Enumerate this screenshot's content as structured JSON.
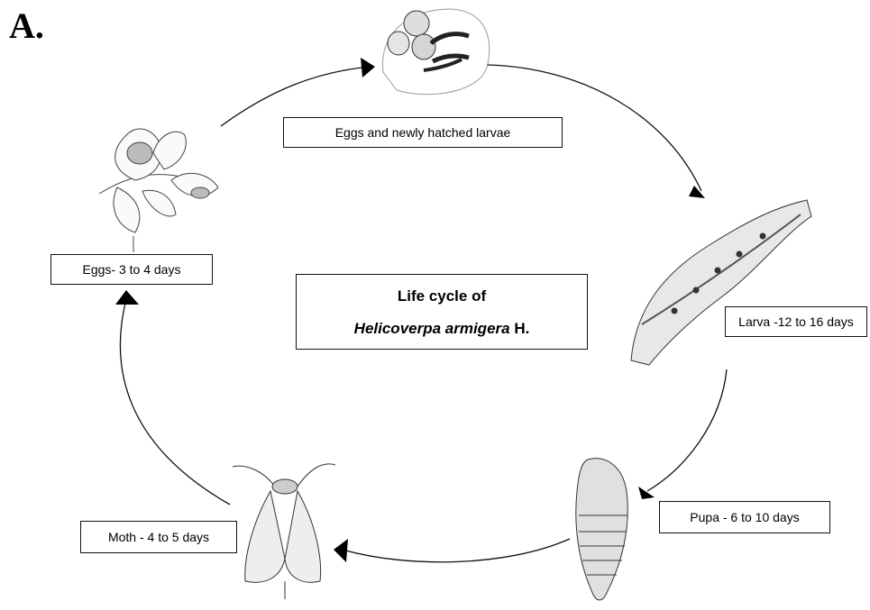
{
  "panel_label": "A.",
  "title": {
    "line1": "Life cycle of",
    "species_italic": "Helicoverpa armigera",
    "species_suffix": " H."
  },
  "stages": {
    "eggs_hatch": "Eggs and newly hatched larvae",
    "larva": "Larva -12 to 16 days",
    "pupa": "Pupa - 6 to 10 days",
    "moth": "Moth -  4 to 5 days",
    "eggs": "Eggs-  3 to 4 days"
  },
  "illustrations": [
    "egg-cluster-illustration",
    "larva-illustration",
    "pupa-illustration",
    "moth-illustration",
    "leaf-with-eggs-illustration"
  ]
}
